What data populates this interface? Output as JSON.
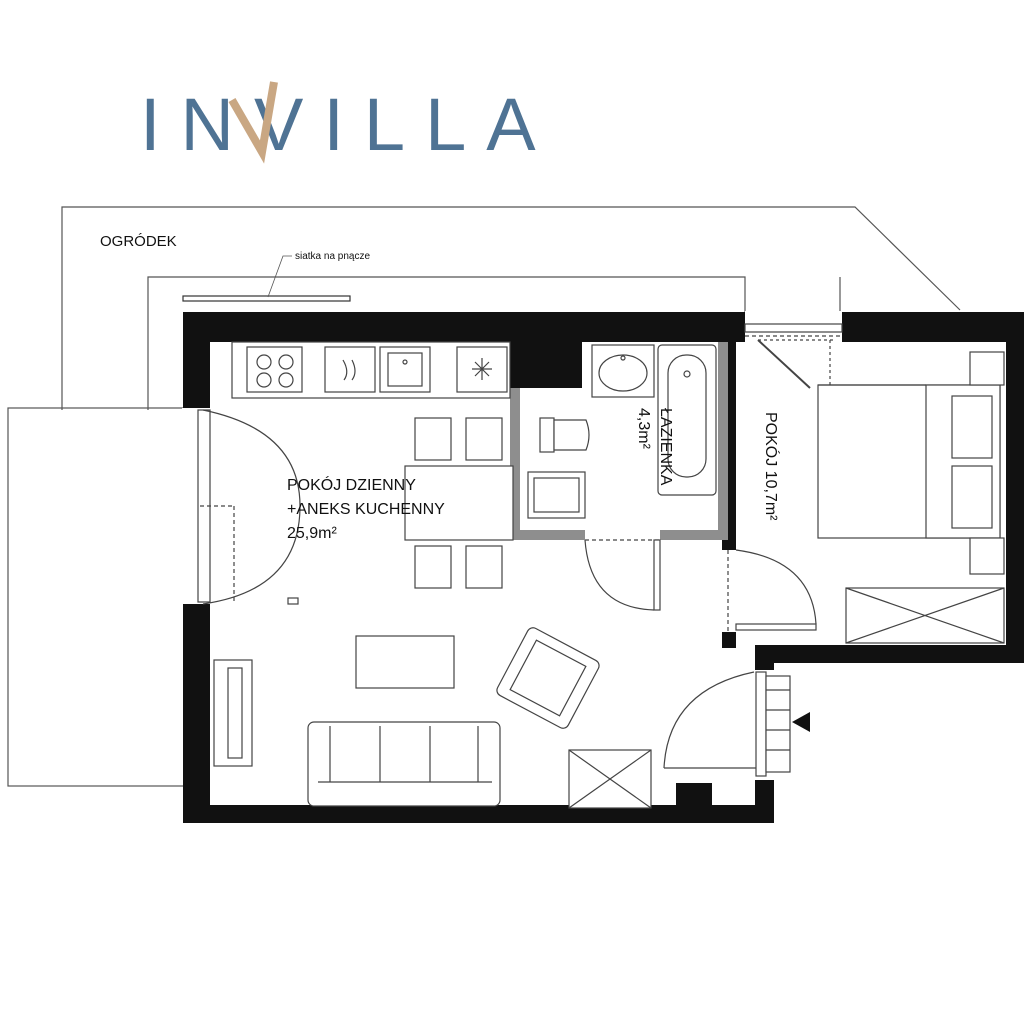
{
  "brand": {
    "name": "INVILLA",
    "color_primary": "#4f7394",
    "color_accent": "#c9a783"
  },
  "labels": {
    "garden": "OGRÓDEK",
    "trellis": "siatka na pnącze",
    "living": {
      "line1": "POKÓJ DZIENNY",
      "line2": "+ANEKS KUCHENNY",
      "area": "25,9m²"
    },
    "bathroom": {
      "name": "ŁAZIENKA",
      "area": "4,3m²"
    },
    "bedroom": {
      "label": "POKÓJ 10,7m²"
    }
  },
  "colors": {
    "wall": "#111111",
    "partition": "#8e8e8e",
    "line": "#444444"
  },
  "icons": {
    "entrance": "entrance-arrow-icon",
    "stove": "stove-icon",
    "sink": "sink-icon",
    "fridge": "fridge-icon"
  }
}
